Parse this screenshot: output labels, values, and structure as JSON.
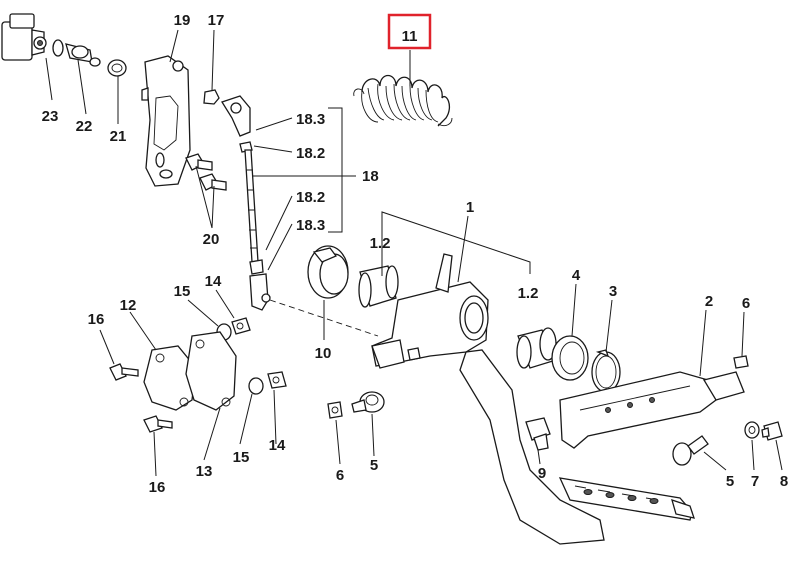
{
  "highlight": {
    "label": "11",
    "color": "#e0222b"
  },
  "labels": {
    "l23": "23",
    "l22": "22",
    "l21": "21",
    "l19": "19",
    "l17": "17",
    "l18_3a": "18.3",
    "l18_2a": "18.2",
    "l18": "18",
    "l18_2b": "18.2",
    "l18_3b": "18.3",
    "l20": "20",
    "l1": "1",
    "l1_2a": "1.2",
    "l1_2b": "1.2",
    "l10": "10",
    "l4": "4",
    "l3": "3",
    "l2": "2",
    "l6a": "6",
    "l15a": "15",
    "l14a": "14",
    "l16a": "16",
    "l12": "12",
    "l15b": "15",
    "l14b": "14",
    "l13": "13",
    "l16b": "16",
    "l6b": "6",
    "l5a": "5",
    "l9": "9",
    "l5b": "5",
    "l7": "7",
    "l8": "8"
  }
}
